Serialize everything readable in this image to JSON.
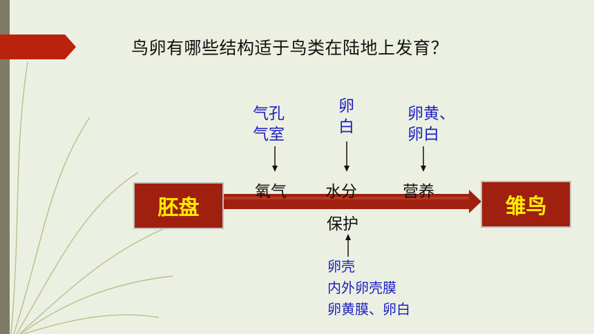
{
  "question": "鸟卵有哪些结构适于鸟类在陆地上发育？",
  "start_box": "胚盘",
  "end_box": "雏鸟",
  "needs": [
    {
      "label": "氧气",
      "source": "气孔\n气室"
    },
    {
      "label": "水分",
      "source": "卵\n白"
    },
    {
      "label": "营养",
      "source": "卵黄、\n卵白"
    }
  ],
  "protection": {
    "label": "保护",
    "sources": [
      "卵壳",
      "内外卵壳膜",
      "卵黄膜、卵白"
    ]
  },
  "colors": {
    "box_fill": "#a0200f",
    "box_text": "#ffea00",
    "arrow": "#a0200f",
    "source_text": "#1b1fc2",
    "background": "#ecf0e2"
  }
}
